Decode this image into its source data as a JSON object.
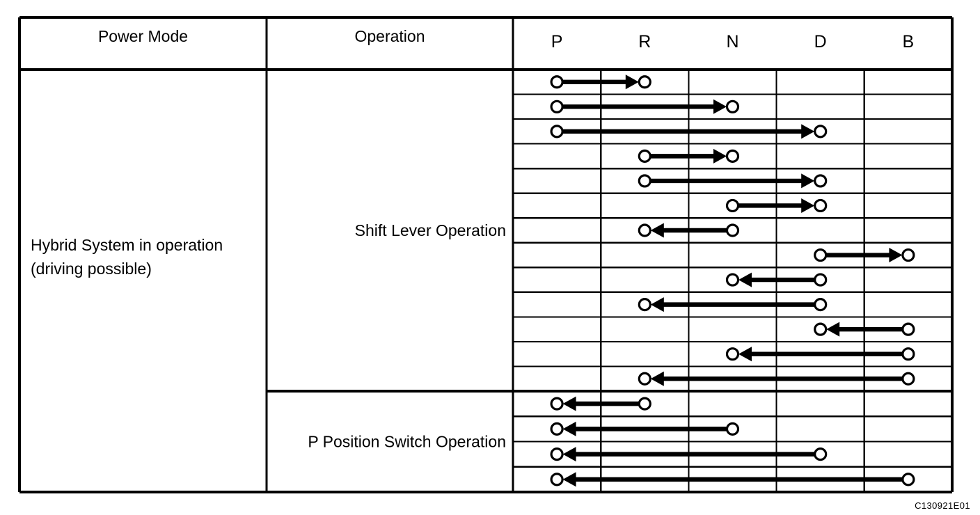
{
  "figure": {
    "code": "C130921E01",
    "type": "shift-position-transition-table"
  },
  "table": {
    "headers": {
      "power_mode": "Power Mode",
      "operation": "Operation",
      "positions": [
        "P",
        "R",
        "N",
        "D",
        "B"
      ]
    },
    "power_mode_label": "Hybrid System in operation\n(driving possible)",
    "power_mode_line1": "Hybrid System in operation",
    "power_mode_line2": "(driving possible)",
    "sections": [
      {
        "label": "Shift Lever Operation",
        "rows": [
          {
            "from": "P",
            "to": "R",
            "direction": "right"
          },
          {
            "from": "P",
            "to": "N",
            "direction": "right"
          },
          {
            "from": "P",
            "to": "D",
            "direction": "right"
          },
          {
            "from": "R",
            "to": "N",
            "direction": "right"
          },
          {
            "from": "R",
            "to": "D",
            "direction": "right"
          },
          {
            "from": "N",
            "to": "D",
            "direction": "right"
          },
          {
            "from": "N",
            "to": "R",
            "direction": "left"
          },
          {
            "from": "D",
            "to": "B",
            "direction": "right"
          },
          {
            "from": "D",
            "to": "N",
            "direction": "left"
          },
          {
            "from": "D",
            "to": "R",
            "direction": "left"
          },
          {
            "from": "B",
            "to": "D",
            "direction": "left"
          },
          {
            "from": "B",
            "to": "N",
            "direction": "left"
          },
          {
            "from": "B",
            "to": "R",
            "direction": "left"
          }
        ]
      },
      {
        "label": "P Position Switch Operation",
        "rows": [
          {
            "from": "R",
            "to": "P",
            "direction": "left"
          },
          {
            "from": "N",
            "to": "P",
            "direction": "left"
          },
          {
            "from": "D",
            "to": "P",
            "direction": "left"
          },
          {
            "from": "B",
            "to": "P",
            "direction": "left"
          }
        ]
      }
    ]
  },
  "colors": {
    "line": "#000000",
    "background": "#ffffff"
  }
}
